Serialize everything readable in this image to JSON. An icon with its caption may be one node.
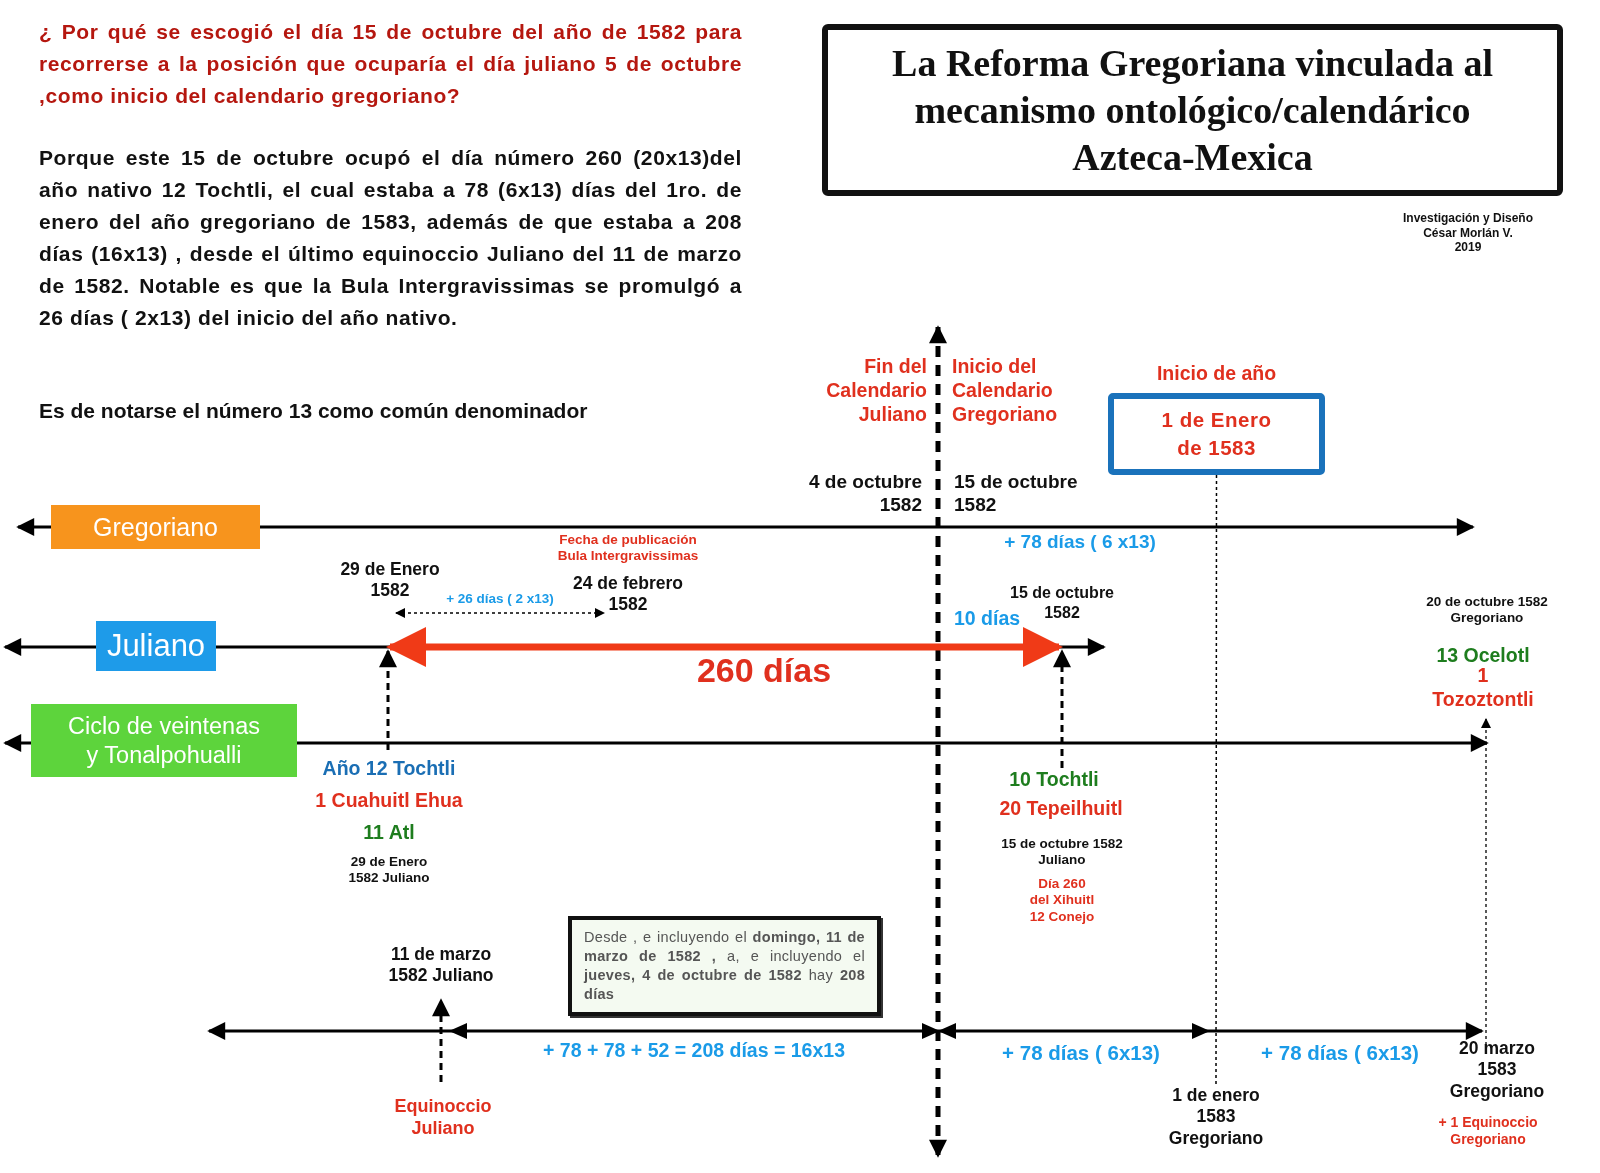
{
  "diagram": {
    "title": "La Reforma Gregoriana vinculada al mecanismo ontológico/calendárico Azteca-Mexica",
    "nodes": [
      {
        "text": [
          "Gregoriano"
        ]
      },
      {
        "text": [
          "Juliano"
        ]
      },
      {
        "text": [
          "Ciclo de veintenas y Tonalpohualli"
        ]
      },
      {
        "text": [
          "Inicio de año",
          "1 de Enero de 1583"
        ]
      },
      {
        "text": [
          "Desde , e incluyendo el **domingo, 11 de marzo de 1582 ,** a, e incluyendo el **jueves, 4 de octubre de 1582** hay **208 días**"
        ]
      },
      {
        "text": [
          "1 de enero 1583 Gregoriano"
        ]
      }
    ],
    "edges": [
      {
        "from": 3,
        "to": 5,
        "arrow": "none",
        "style": "dashed"
      }
    ],
    "labels": [
      "¿ Por qué se escogió el día 15 de octubre del año de 1582 para recorrerse a la posición que ocuparía el día juliano 5 de octubre ,como inicio del calendario gregoriano?",
      "Porque este 15 de octubre ocupó el día número **260** (20x13)del año nativo 12 Tochtli, el cual estaba a **78** (6x13) días del 1ro. de enero del año gregoriano de 1583, además de que estaba a **208** días (16x13) , desde el último equinoccio Juliano del 11 de marzo de 1582. Notable es que la Bula Intergravissimas se promulgó a **26 días** ( 2x13) del inicio del año nativo.",
      "Es de notarse el número 13 como común denominador",
      "Investigación y Diseño César Morlán V. 2019",
      "Fin del Calendario Juliano",
      "Inicio del Calendario Gregoriano",
      "4 de octubre 1582",
      "15 de octubre 1582",
      "+ 78 días ( 6 x13)",
      "Fecha de publicación Bula Intergravissimas",
      "29 de Enero 1582",
      "+ 26 días ( 2 x13)",
      "24 de febrero 1582",
      "15 de octubre 1582",
      "10 días",
      "20 de octubre 1582 Gregoriano",
      "13 Ocelotl",
      "1 Tozoztontli",
      "260 días",
      "Año 12 Tochtli",
      "1 Cuahuitl Ehua",
      "11 Atl",
      "29 de Enero 1582 Juliano",
      "10 Tochtli",
      "20 Tepeilhuitl",
      "15 de octubre 1582 Juliano",
      "Día 260 del Xihuitl 12 Conejo",
      "11 de marzo 1582 Juliano",
      "+ 78 + 78 + 52 = 208 días = 16x13",
      "+ 78 días ( 6x13)",
      "+ 78 días ( 6x13)",
      "20 marzo 1583 Gregoriano",
      "+ 1 Equinoccio Gregoriano",
      "Equinoccio Juliano"
    ]
  }
}
